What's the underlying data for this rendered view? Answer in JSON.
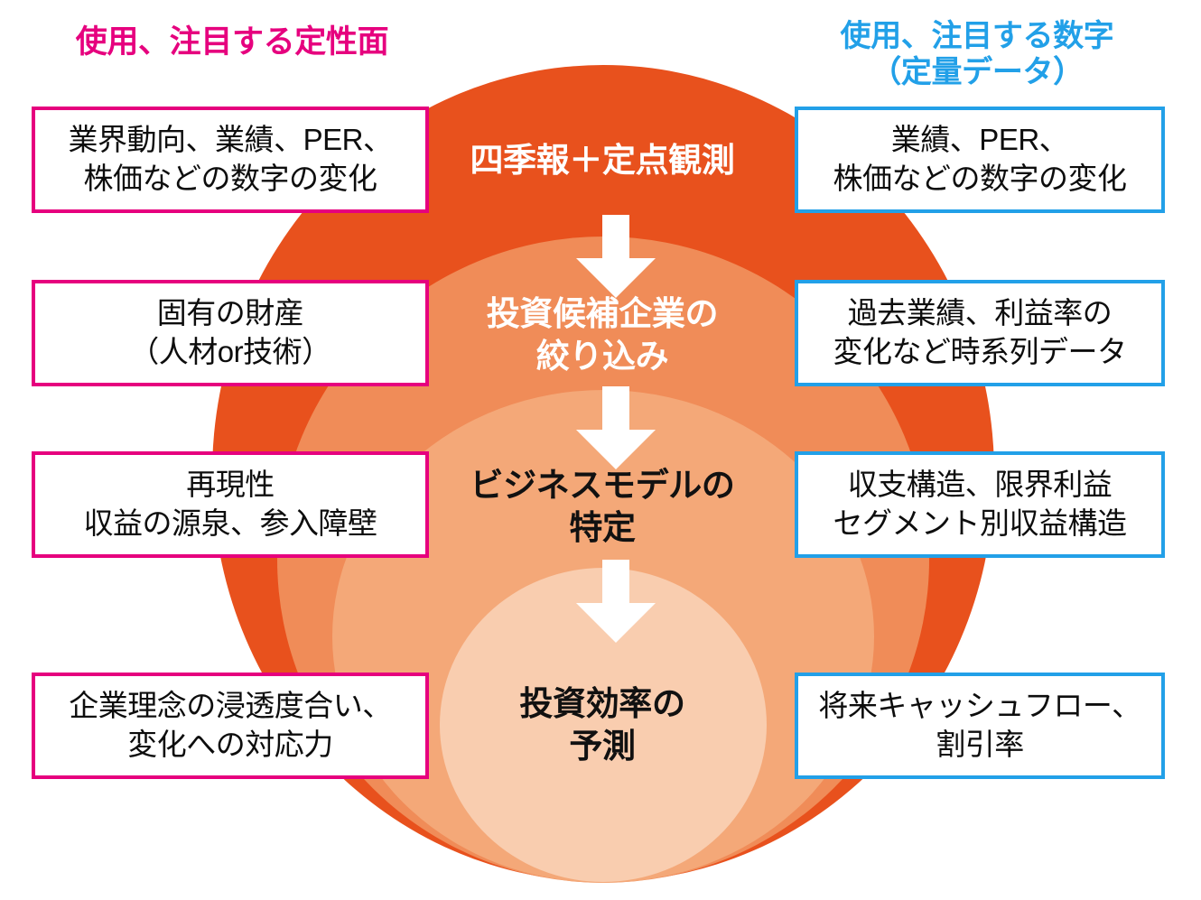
{
  "headings": {
    "left": "使用、注目する定性面",
    "right": "使用、注目する数字\n（定量データ）"
  },
  "colors": {
    "left_accent": "#E6007E",
    "right_accent": "#22A0E8",
    "ellipse_outer": "#E8511D",
    "ellipse_second": "#F08C58",
    "ellipse_third": "#F4A878",
    "ellipse_inner": "#F9CDAF",
    "arrow": "#FFFFFF"
  },
  "center": {
    "steps": [
      {
        "label": "四季報＋定点観測"
      },
      {
        "label": "投資候補企業の\n絞り込み"
      },
      {
        "label": "ビジネスモデルの\n特定"
      },
      {
        "label": "投資効率の\n予測"
      }
    ],
    "arrows": [
      {
        "name": "down-arrow-1"
      },
      {
        "name": "down-arrow-2"
      },
      {
        "name": "down-arrow-3"
      }
    ]
  },
  "left_boxes": [
    {
      "text": "業界動向、業績、PER、\n株価などの数字の変化"
    },
    {
      "text": "固有の財産\n（人材or技術）"
    },
    {
      "text": "再現性\n収益の源泉、参入障壁"
    },
    {
      "text": "企業理念の浸透度合い、\n変化への対応力"
    }
  ],
  "right_boxes": [
    {
      "text": "業績、PER、\n株価などの数字の変化"
    },
    {
      "text": "過去業績、利益率の\n変化など時系列データ"
    },
    {
      "text": "収支構造、限界利益\nセグメント別収益構造"
    },
    {
      "text": "将来キャッシュフロー、\n割引率"
    }
  ]
}
